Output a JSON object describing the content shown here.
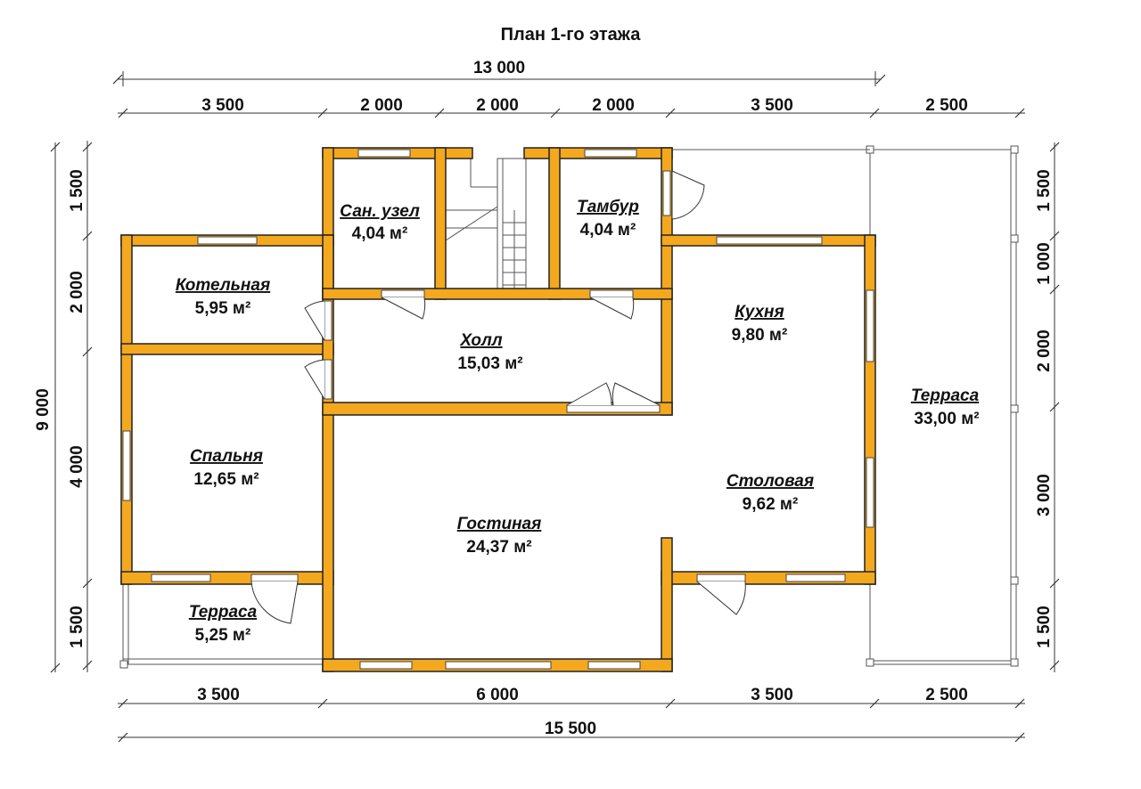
{
  "title": "План 1-го этажа",
  "colors": {
    "wall": "#f4a81e",
    "outline": "#222222",
    "background": "#ffffff"
  },
  "dimensions": {
    "top_total": "13 000",
    "top_segments": [
      "3 500",
      "2 000",
      "2 000",
      "2 000",
      "3 500",
      "2 500"
    ],
    "left_total": "9 000",
    "left_segments": [
      "1 500",
      "2 000",
      "4 000",
      "1 500"
    ],
    "right_segments": [
      "1 500",
      "1 000",
      "2 000",
      "3 000",
      "1 500"
    ],
    "bottom_segments": [
      "3 500",
      "6 000",
      "3 500",
      "2 500"
    ],
    "bottom_total": "15 500"
  },
  "rooms": [
    {
      "name": "Сан. узел",
      "area": "4,04 м²"
    },
    {
      "name": "Тамбур",
      "area": "4,04 м²"
    },
    {
      "name": "Котельная",
      "area": "5,95 м²"
    },
    {
      "name": "Холл",
      "area": "15,03 м²"
    },
    {
      "name": "Кухня",
      "area": "9,80 м²"
    },
    {
      "name": "Терраса",
      "area": "33,00 м²"
    },
    {
      "name": "Спальня",
      "area": "12,65 м²"
    },
    {
      "name": "Столовая",
      "area": "9,62 м²"
    },
    {
      "name": "Гостиная",
      "area": "24,37 м²"
    },
    {
      "name": "Терраса",
      "area": "5,25 м²"
    }
  ]
}
